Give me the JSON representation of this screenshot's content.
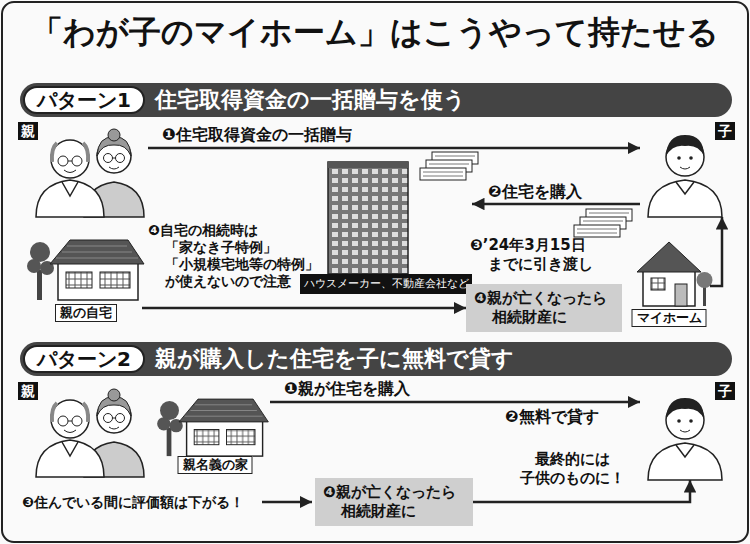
{
  "diagram": {
    "title": "「わが子のマイホーム」はこうやって持たせる",
    "nodes": [
      {
        "text": [
          "住宅取得資金の一括贈与を使う"
        ]
      },
      {
        "text": [
          "パターン1"
        ],
        "in": 0
      },
      {
        "text": [
          "親"
        ]
      },
      {
        "text": [
          "子"
        ]
      },
      {
        "text": [
          "ハウスメーカー、不動産会社など"
        ]
      },
      {
        "text": [
          "親の自宅"
        ]
      },
      {
        "text": [
          "マイホーム"
        ]
      },
      {
        "text": [
          "❹親が亡くなったら 相続財産に"
        ]
      },
      {
        "text": [
          "親が購入した住宅を子に無料で貸す"
        ]
      },
      {
        "text": [
          "パターン2"
        ],
        "in": 8
      },
      {
        "text": [
          "親"
        ]
      },
      {
        "text": [
          "子"
        ]
      },
      {
        "text": [
          "親名義の家"
        ]
      },
      {
        "text": [
          "❹親が亡くなったら 相続財産に"
        ]
      }
    ],
    "edges": [
      {
        "from": 2,
        "to": 3,
        "arrow": "to",
        "label": "❶住宅取得資金の一括贈与"
      },
      {
        "from": 3,
        "to": 4,
        "arrow": "to",
        "label": "❷住宅を購入"
      },
      {
        "from": 5,
        "to": 7,
        "arrow": "to"
      },
      {
        "from": 6,
        "to": 3,
        "arrow": "to"
      },
      {
        "from": 12,
        "to": 11,
        "arrow": "to",
        "label": "❶親が住宅を購入"
      },
      {
        "from": 13,
        "to": 11,
        "arrow": "to",
        "label": "最終的には 子供のものに！"
      }
    ],
    "labels": [
      "❹自宅の相続時は 「家なき子特例」 「小規模宅地等の特例」 が使えないので注意",
      "❸’24年3月15日 までに引き渡し",
      "❷無料で貸す",
      "❸住んでいる間に評価額は下がる！"
    ]
  }
}
